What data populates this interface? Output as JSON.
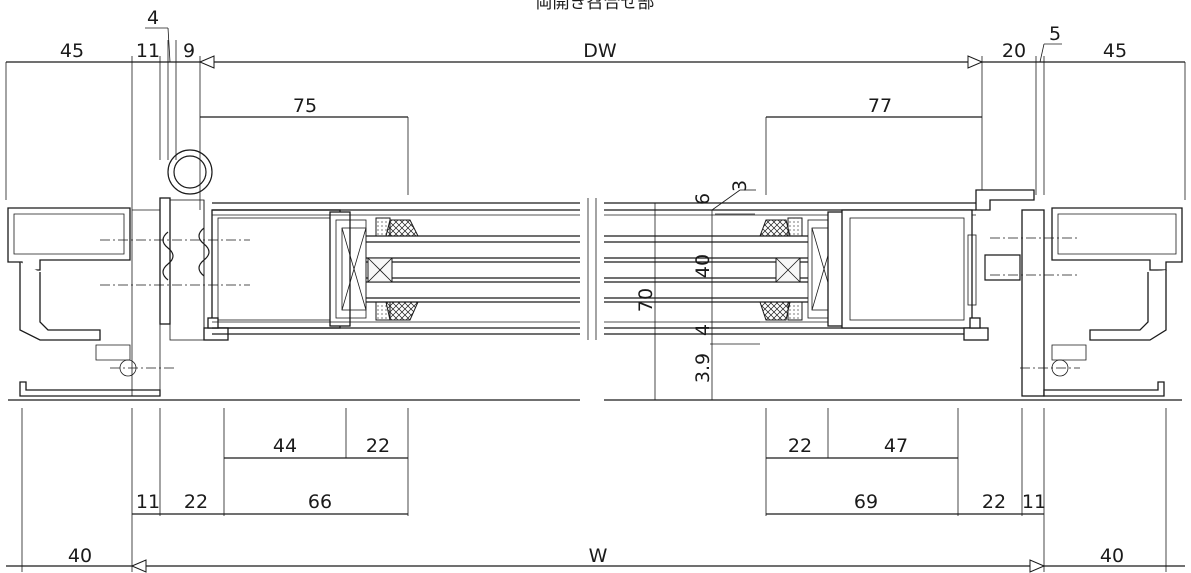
{
  "title": "両開き召合せ部",
  "dimensions": {
    "top": {
      "left_45": "45",
      "left_11": "11",
      "left_9": "9",
      "part_4": "4",
      "dw": "DW",
      "right_20": "20",
      "part_5": "5",
      "right_45": "45",
      "left_75": "75",
      "right_77": "77"
    },
    "glass": {
      "d6": "6",
      "d3": "3",
      "d40": "40",
      "d70": "70",
      "d4": "4",
      "d39": "3.9"
    },
    "bottom": {
      "left_44": "44",
      "left_22a": "22",
      "left_11": "11",
      "left_22b": "22",
      "left_66": "66",
      "right_22a": "22",
      "right_47": "47",
      "right_69": "69",
      "right_22b": "22",
      "right_11": "11",
      "left_40": "40",
      "w": "W",
      "right_40": "40"
    }
  }
}
